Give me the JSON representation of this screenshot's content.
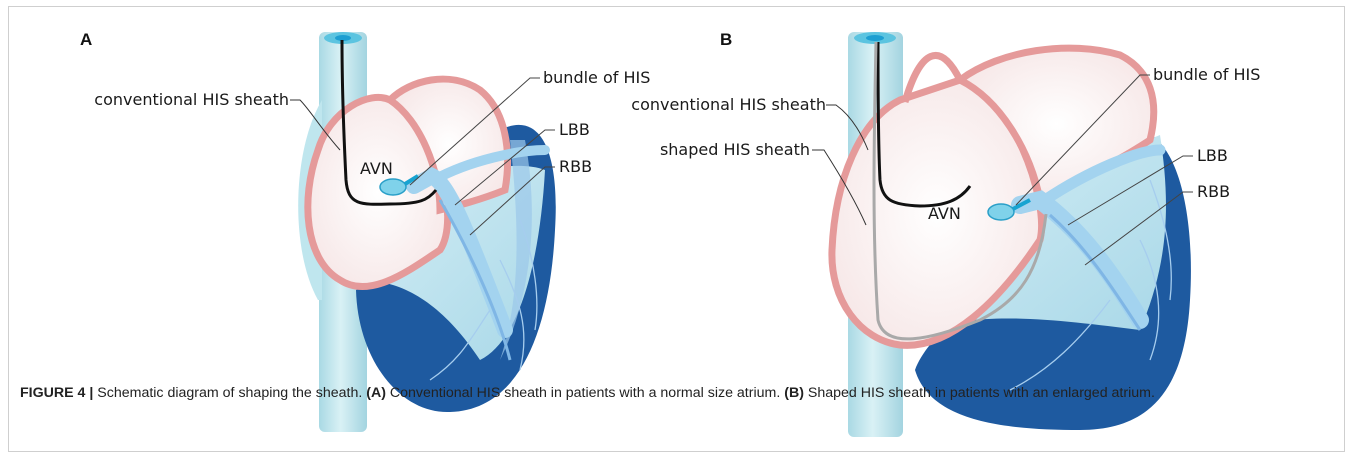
{
  "panels": {
    "a": {
      "letter": "A",
      "labels": {
        "bundle": "bundle of HIS",
        "conventional": "conventional HIS sheath",
        "avn": "AVN",
        "lbb": "LBB",
        "rbb": "RBB"
      }
    },
    "b": {
      "letter": "B",
      "labels": {
        "bundle": "bundle of HIS",
        "conventional": "conventional HIS sheath",
        "shaped": "shaped HIS sheath",
        "avn": "AVN",
        "lbb": "LBB",
        "rbb": "RBB"
      }
    }
  },
  "caption": {
    "figure_label": "FIGURE 4 |",
    "intro": "Schematic diagram of shaping the sheath.",
    "part_a_tag": "(A)",
    "part_a_text": "Conventional HIS sheath in patients with a normal size atrium.",
    "part_b_tag": "(B)",
    "part_b_text": "Shaped HIS sheath in patients with an enlarged atrium."
  },
  "colors": {
    "vessel": "#bfe6ee",
    "atrium_border": "#e59a9a",
    "atrium_fill": "#fbf0f0",
    "ventricle_light": "#b9e2ee",
    "ventricle_dark": "#1e5aa0",
    "conduction": "#9fd0ec",
    "sheath_conventional": "#111111",
    "sheath_shaped": "#a9a9a9"
  }
}
